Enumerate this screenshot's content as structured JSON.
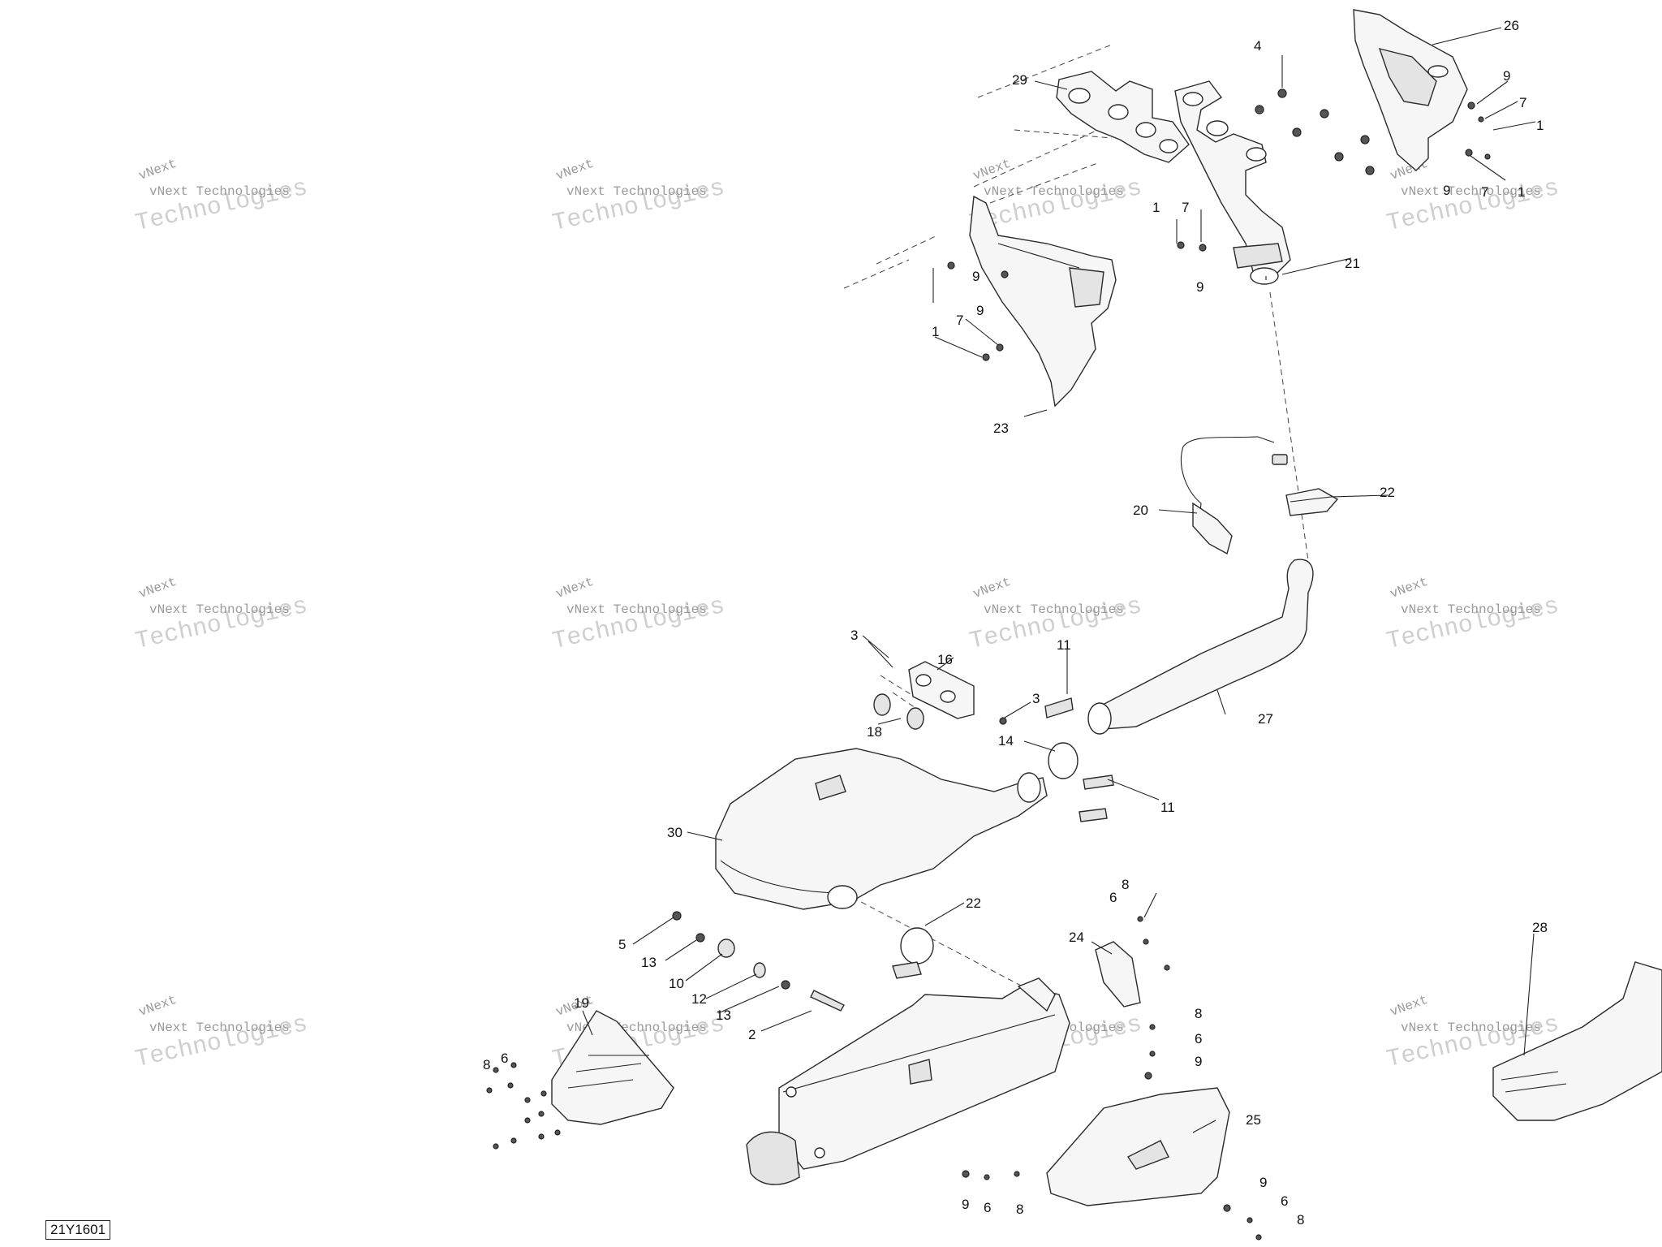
{
  "diagram_id": "21Y1601",
  "watermark": {
    "line1": "vNext Technologies",
    "line2": "Technologies",
    "line3": "vNext"
  },
  "callouts": {
    "c1a": "1",
    "c1b": "1",
    "c1c": "1",
    "c1d": "1",
    "c2": "2",
    "c3a": "3",
    "c3b": "3",
    "c4": "4",
    "c5": "5",
    "c6a": "6",
    "c6b": "6",
    "c6c": "6",
    "c6d": "6",
    "c6e": "6",
    "c7a": "7",
    "c7b": "7",
    "c7c": "7",
    "c7d": "7",
    "c8a": "8",
    "c8b": "8",
    "c8c": "8",
    "c8d": "8",
    "c8e": "8",
    "c9a": "9",
    "c9b": "9",
    "c9c": "9",
    "c9d": "9",
    "c9e": "9",
    "c9f": "9",
    "c9g": "9",
    "c10": "10",
    "c11a": "11",
    "c11b": "11",
    "c12": "12",
    "c13a": "13",
    "c13b": "13",
    "c14": "14",
    "c16": "16",
    "c18": "18",
    "c19": "19",
    "c20": "20",
    "c21": "21",
    "c22a": "22",
    "c22b": "22",
    "c23": "23",
    "c24": "24",
    "c25": "25",
    "c26": "26",
    "c27": "27",
    "c28": "28",
    "c29": "29",
    "c30": "30"
  }
}
